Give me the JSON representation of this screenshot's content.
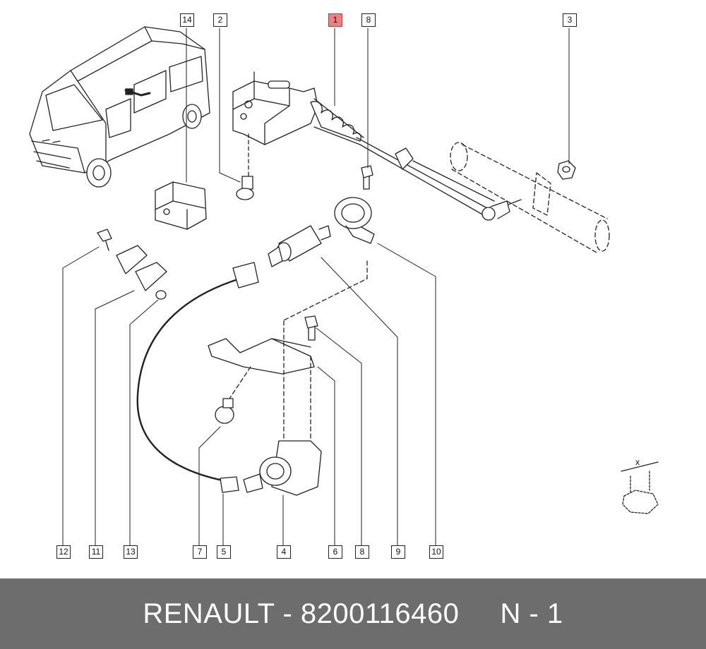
{
  "callouts": [
    {
      "id": "1",
      "label": "1",
      "highlighted": true
    },
    {
      "id": "2",
      "label": "2"
    },
    {
      "id": "3",
      "label": "3"
    },
    {
      "id": "4",
      "label": "4"
    },
    {
      "id": "5",
      "label": "5"
    },
    {
      "id": "6",
      "label": "6"
    },
    {
      "id": "7",
      "label": "7"
    },
    {
      "id": "8a",
      "label": "8"
    },
    {
      "id": "8b",
      "label": "8"
    },
    {
      "id": "9",
      "label": "9"
    },
    {
      "id": "10",
      "label": "10"
    },
    {
      "id": "11",
      "label": "11"
    },
    {
      "id": "12",
      "label": "12"
    },
    {
      "id": "13",
      "label": "13"
    },
    {
      "id": "14",
      "label": "14"
    }
  ],
  "dimension_label": "x",
  "footer": {
    "text": "RENAULT - 8200116460     N - 1"
  },
  "colors": {
    "highlight": "#ef7f80",
    "footer_background": "#6d6d6d",
    "footer_text": "#ffffff",
    "line": "#222222"
  }
}
